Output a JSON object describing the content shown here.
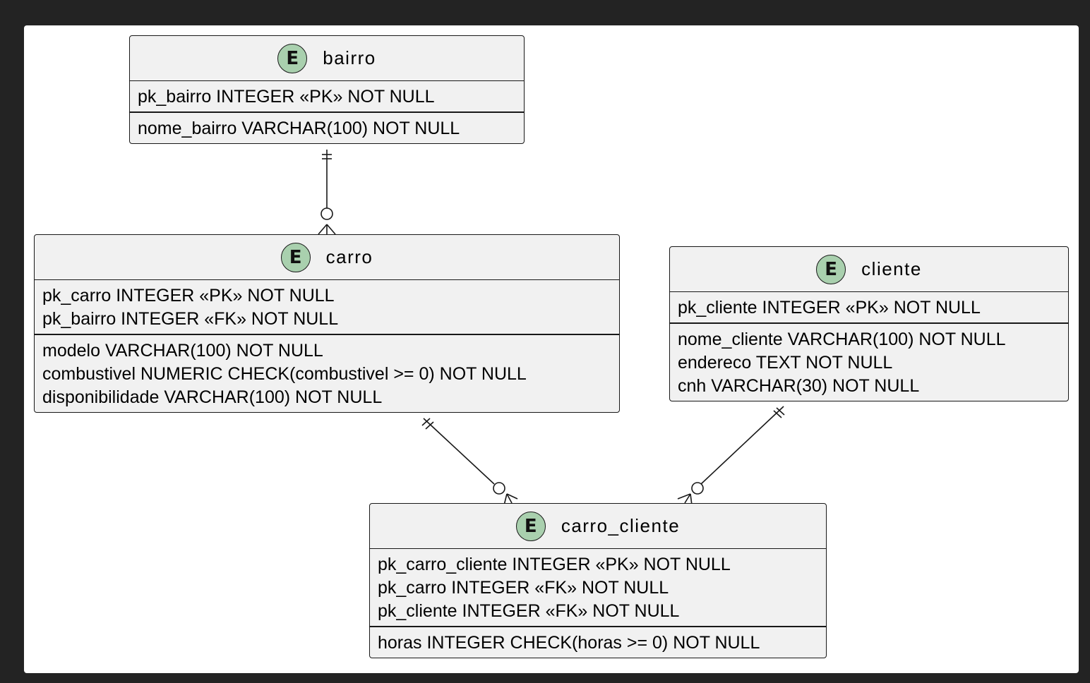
{
  "entities": {
    "bairro": {
      "name": "bairro",
      "badge": "E",
      "pk": [
        "pk_bairro INTEGER «PK» NOT NULL"
      ],
      "attrs": [
        "nome_bairro VARCHAR(100) NOT NULL"
      ]
    },
    "carro": {
      "name": "carro",
      "badge": "E",
      "pk": [
        "pk_carro INTEGER «PK» NOT NULL",
        "pk_bairro INTEGER «FK» NOT NULL"
      ],
      "attrs": [
        "modelo VARCHAR(100) NOT NULL",
        "combustivel NUMERIC CHECK(combustivel >= 0) NOT NULL",
        "disponibilidade VARCHAR(100) NOT NULL"
      ]
    },
    "cliente": {
      "name": "cliente",
      "badge": "E",
      "pk": [
        "pk_cliente INTEGER «PK» NOT NULL"
      ],
      "attrs": [
        "nome_cliente VARCHAR(100) NOT NULL",
        "endereco TEXT NOT NULL",
        "cnh VARCHAR(30) NOT NULL"
      ]
    },
    "carro_cliente": {
      "name": "carro_cliente",
      "badge": "E",
      "pk": [
        "pk_carro_cliente INTEGER «PK» NOT NULL",
        "pk_carro INTEGER «FK» NOT NULL",
        "pk_cliente INTEGER «FK» NOT NULL"
      ],
      "attrs": [
        "horas INTEGER CHECK(horas >= 0) NOT NULL"
      ]
    }
  },
  "relationships": [
    {
      "from": "bairro",
      "to": "carro",
      "from_cardinality": "exactly-one",
      "to_cardinality": "zero-or-many"
    },
    {
      "from": "carro",
      "to": "carro_cliente",
      "from_cardinality": "exactly-one",
      "to_cardinality": "zero-or-many"
    },
    {
      "from": "cliente",
      "to": "carro_cliente",
      "from_cardinality": "exactly-one",
      "to_cardinality": "zero-or-many"
    }
  ],
  "colors": {
    "background": "#232323",
    "canvas": "#ffffff",
    "entity_fill": "#f1f1f1",
    "badge_fill": "#a9d0ae",
    "line": "#181818"
  }
}
